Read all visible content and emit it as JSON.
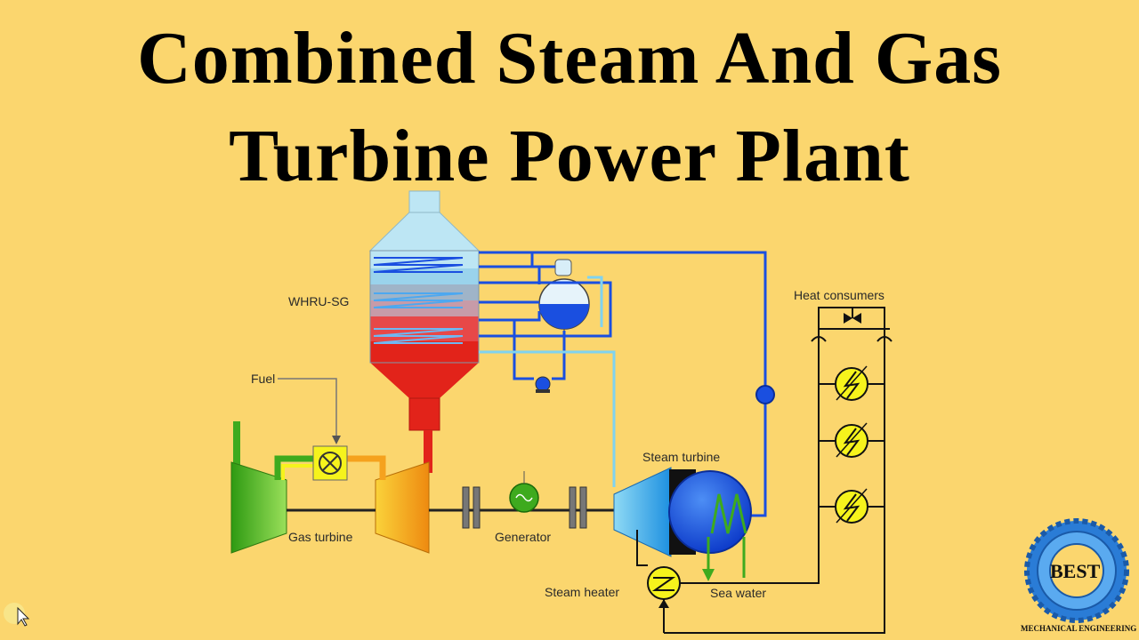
{
  "title_line1": "Combined Steam And Gas",
  "title_line2": "Turbine Power Plant",
  "labels": {
    "whru": "WHRU-SG",
    "fuel": "Fuel",
    "gas_turbine": "Gas turbine",
    "generator": "Generator",
    "steam_turbine": "Steam turbine",
    "steam_heater": "Steam heater",
    "sea_water": "Sea water",
    "heat_consumers": "Heat consumers"
  },
  "logo": {
    "main": "BEST",
    "sub": "MECHANICAL ENGINEERING"
  },
  "colors": {
    "background": "#FBD66E",
    "pipe_blue": "#1A4FE0",
    "pipe_light": "#7FD3F0",
    "hot_red": "#E2231A",
    "gas_green": "#3EAA1E",
    "compressor_orange": "#F5A21E",
    "consumer_yellow": "#F6F31C",
    "logo_blue": "#2A7CD6"
  }
}
